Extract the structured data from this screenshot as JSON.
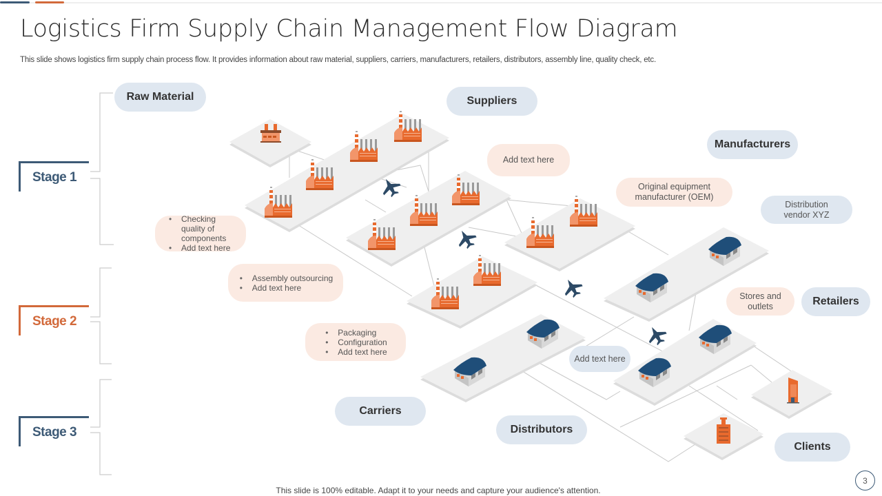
{
  "slide": {
    "title": "Logistics Firm Supply Chain Management Flow Diagram",
    "subtitle": "This slide shows logistics firm supply chain process flow. It provides information about raw material, suppliers, carriers, manufacturers, retailers, distributors, assembly line, quality check, etc.",
    "footer": "This slide is 100% editable. Adapt it to your needs and capture your audience's attention.",
    "page_number": "3"
  },
  "colors": {
    "accent_blue": "#3d5a76",
    "accent_orange": "#d2693a",
    "factory_orange": "#e86a2e",
    "warehouse_roof": "#1f4e79",
    "plane": "#2d4a66",
    "pill_blue": "#dfe7f0",
    "pill_peach": "#fbeae2",
    "platform": "#efefef"
  },
  "stages": [
    {
      "label": "Stage 1",
      "color": "blue"
    },
    {
      "label": "Stage 2",
      "color": "orange"
    },
    {
      "label": "Stage 3",
      "color": "blue"
    }
  ],
  "categories": {
    "raw_material": "Raw Material",
    "suppliers": "Suppliers",
    "manufacturers": "Manufacturers",
    "retailers": "Retailers",
    "carriers": "Carriers",
    "distributors": "Distributors",
    "clients": "Clients"
  },
  "notes": {
    "quality_check": [
      "Checking quality of components",
      "Add text here"
    ],
    "assembly": [
      "Assembly outsourcing",
      "Add text here"
    ],
    "packaging": [
      "Packaging",
      "Configuration",
      "Add text here"
    ],
    "supplier_note": "Add text here",
    "oem": "Original equipment manufacturer (OEM)",
    "distribution_vendor": "Distribution vendor XYZ",
    "stores": "Stores and outlets",
    "distributor_note": "Add text here"
  },
  "icons": {
    "factory": "factory-icon",
    "raw_material": "raw-material-plant-icon",
    "warehouse": "warehouse-icon",
    "airplane": "airplane-icon",
    "office_building": "office-building-icon",
    "store_building": "store-building-icon"
  }
}
